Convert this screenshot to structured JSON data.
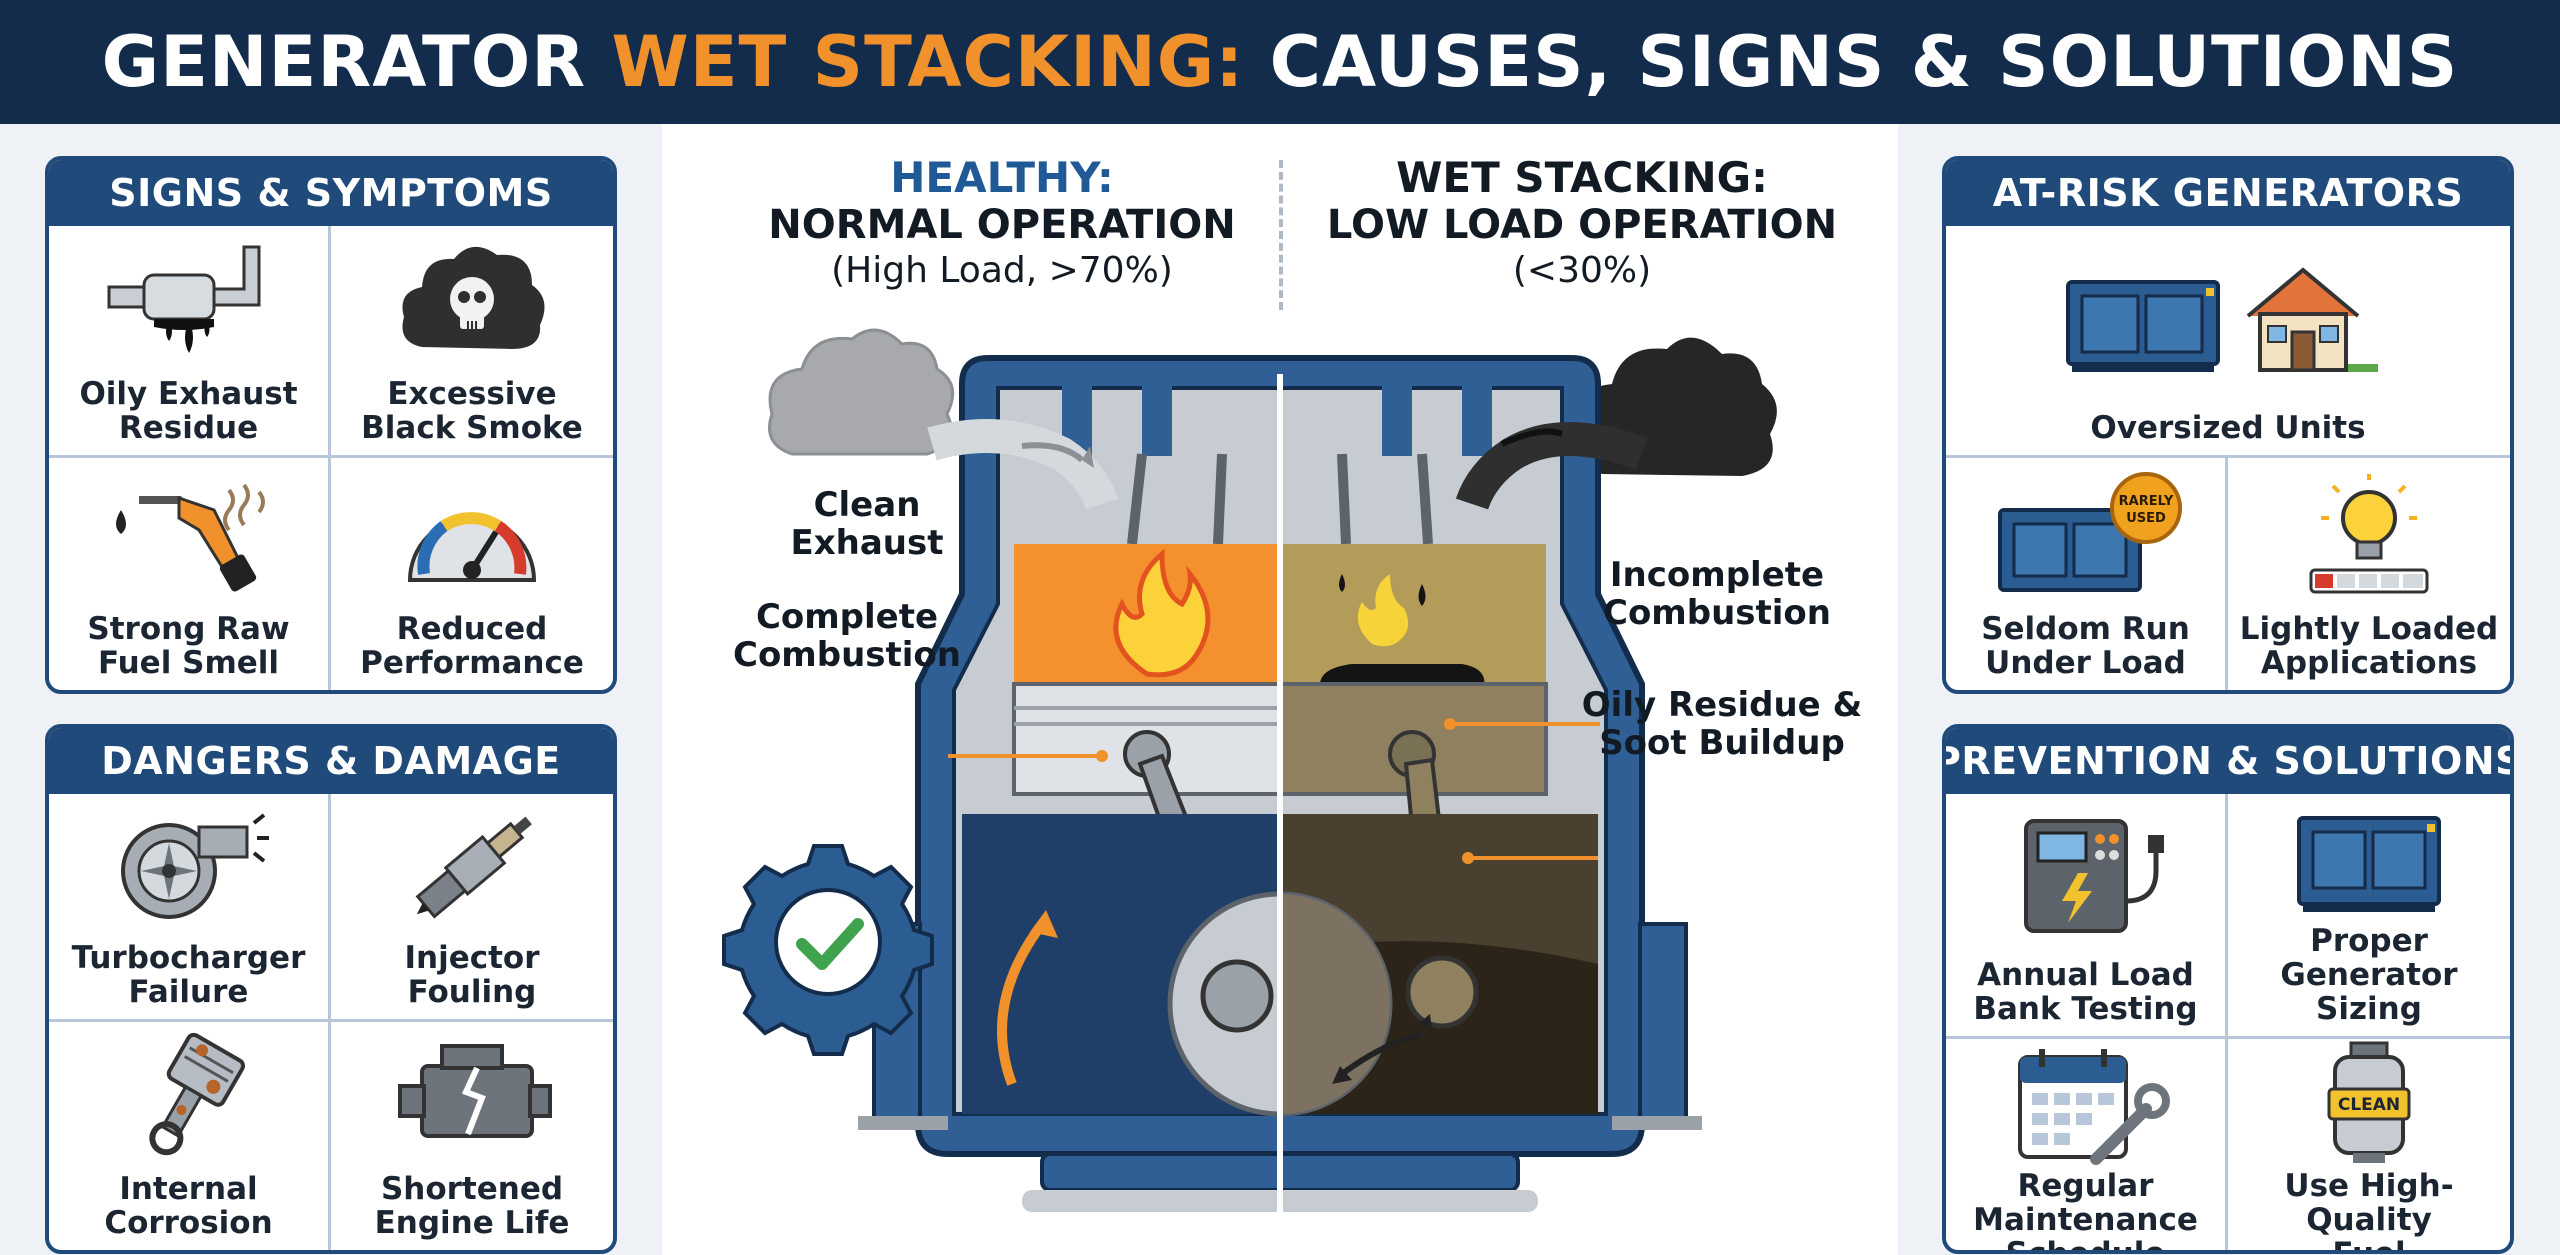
{
  "title": {
    "part1": "GENERATOR ",
    "accent": "WET STACKING:",
    "part2": " CAUSES, SIGNS & SOLUTIONS"
  },
  "colors": {
    "navy": "#142c4c",
    "panel": "#1f4a7a",
    "accent": "#f0912c",
    "healthy": "#1f5a96",
    "smoke_black": "#1e1e1e"
  },
  "signs": {
    "title": "SIGNS & SYMPTOMS",
    "items": [
      {
        "label": "Oily Exhaust\nResidue",
        "icon": "exhaust-pipe-drip-icon"
      },
      {
        "label": "Excessive\nBlack Smoke",
        "icon": "skull-smoke-icon"
      },
      {
        "label": "Strong Raw\nFuel Smell",
        "icon": "fuel-nozzle-icon"
      },
      {
        "label": "Reduced\nPerformance",
        "icon": "gauge-icon"
      }
    ]
  },
  "dangers": {
    "title": "DANGERS & DAMAGE",
    "items": [
      {
        "label": "Turbocharger\nFailure",
        "icon": "turbocharger-icon"
      },
      {
        "label": "Injector\nFouling",
        "icon": "injector-icon"
      },
      {
        "label": "Internal\nCorrosion",
        "icon": "rusty-piston-icon"
      },
      {
        "label": "Shortened\nEngine Life",
        "icon": "cracked-engine-icon"
      }
    ]
  },
  "at_risk": {
    "title": "AT-RISK GENERATORS",
    "wide_label": "Oversized Units",
    "badge": "RARELY\nUSED",
    "items": [
      {
        "label": "Seldom Run\nUnder Load",
        "icon": "generator-rarely-used-icon"
      },
      {
        "label": "Lightly Loaded\nApplications",
        "icon": "lightbulb-load-bar-icon"
      }
    ]
  },
  "prevention": {
    "title": "PREVENTION & SOLUTIONS",
    "clean_tag": "CLEAN",
    "items": [
      {
        "label": "Annual Load\nBank Testing",
        "icon": "load-bank-icon"
      },
      {
        "label": "Proper Generator\nSizing",
        "icon": "generator-icon"
      },
      {
        "label": "Regular Maintenance\nSchedule",
        "icon": "calendar-wrench-icon"
      },
      {
        "label": "Use High-Quality\nFuel",
        "icon": "fuel-filter-icon"
      }
    ]
  },
  "center": {
    "healthy": {
      "line1": "HEALTHY:",
      "line2": "NORMAL OPERATION",
      "line3": "(High Load, >70%)"
    },
    "wet": {
      "line1": "WET STACKING:",
      "line2": "LOW LOAD OPERATION",
      "line3": "(<30%)"
    },
    "labels": {
      "clean_exhaust": "Clean\nExhaust",
      "complete_combustion": "Complete\nCombustion",
      "incomplete_combustion": "Incomplete\nCombustion",
      "oily_residue": "Oily Residue &\nSoot Buildup"
    }
  }
}
